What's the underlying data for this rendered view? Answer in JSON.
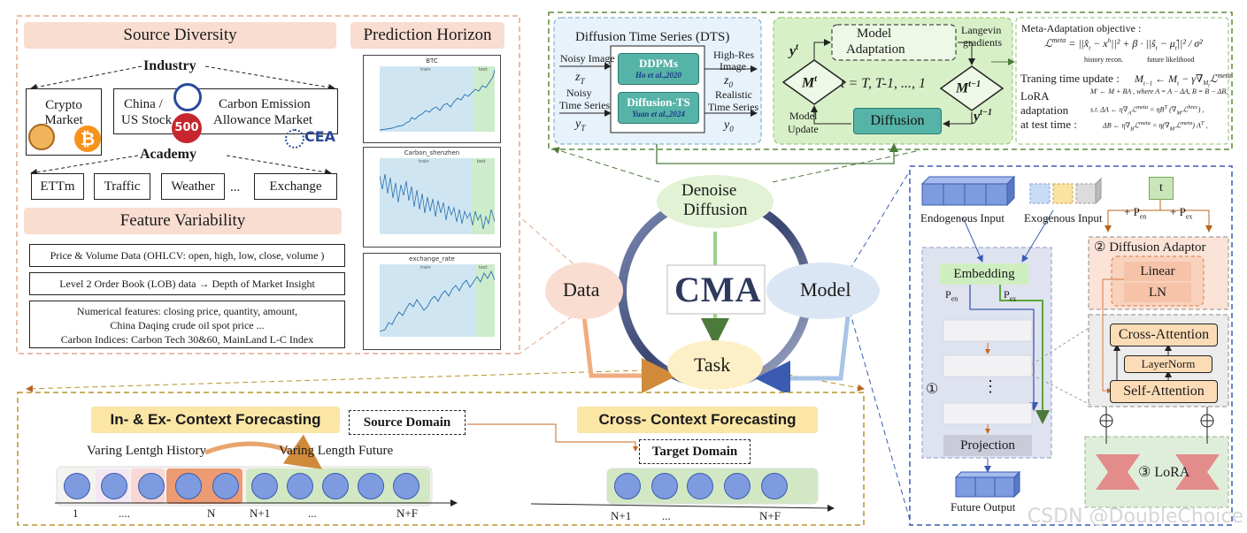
{
  "data_panel": {
    "source_diversity": "Source Diversity",
    "industry": "Industry",
    "crypto_market": [
      "Crypto",
      "Market"
    ],
    "china_us_stock": [
      "China /",
      "US Stock"
    ],
    "carbon_market": [
      "Carbon Emission",
      "Allowance Market"
    ],
    "badge_500": "500",
    "cea_logo": "CEA",
    "academy": "Academy",
    "datasets": [
      "ETTm",
      "Traffic",
      "Weather",
      "...",
      "Exchange"
    ],
    "feature_variability": "Feature Variability",
    "features": [
      "Price & Volume Data  (OHLCV: open, high, low, close, volume )",
      "Level 2 Order Book (LOB) data → Depth of Market Insight"
    ],
    "numerical": [
      "Numerical features: closing price, quantity, amount,",
      "China Daqing crude oil spot price ...",
      "Carbon Indices: Carbon Tech 30&60, MainLand L-C Index"
    ],
    "prediction_horizon": "Prediction Horizon",
    "charts": [
      {
        "title": "BTC",
        "train": "train",
        "test": "test"
      },
      {
        "title": "Carbon_shenzhen",
        "train": "train",
        "test": "test"
      },
      {
        "title": "exchange_rate",
        "train": "train",
        "test": "test"
      }
    ]
  },
  "dts_panel": {
    "title": "Diffusion Time Series (DTS)",
    "noisy_image": "Noisy Image",
    "z_t": "z",
    "noisy_ts": [
      "Noisy",
      "Time Series"
    ],
    "y_t": "y",
    "ddpms": "DDPMs",
    "ddpms_cite": "Ho et al.,2020",
    "diffts": "Diffusion-TS",
    "diffts_cite": "Yuan et al.,2024",
    "high_res": [
      "High-Res",
      "Image"
    ],
    "z0": "z",
    "realistic": [
      "Realistic",
      "Time Series"
    ],
    "y0": "y"
  },
  "meta_panel": {
    "model_adaptation": [
      "Model",
      "Adaptation"
    ],
    "langevin": [
      "Langevin",
      "gradients"
    ],
    "yt": "y",
    "mt_left": "M",
    "loop_eq": "t = T, T-1, ..., 1",
    "mt1_right": "M",
    "yt1": "y",
    "model_update": [
      "Model",
      "Update"
    ],
    "diffusion": "Diffusion",
    "objective_title": "Meta-Adaptation objective :",
    "history_recon": "history recon.",
    "future_likelihood": "future likelihood",
    "training_update": "Traning time update :",
    "lora_adapt": [
      "LoRA",
      "adaptation",
      "at test time :"
    ]
  },
  "center": {
    "denoise": [
      "Denoise",
      "Diffusion"
    ],
    "cma": "CMA",
    "data": "Data",
    "model": "Model",
    "task": "Task"
  },
  "task_panel": {
    "in_ex": "In- & Ex- Context Forecasting",
    "source_domain": "Source Domain",
    "cross": "Cross- Context Forecasting",
    "target_domain": "Target Domain",
    "varing_history": "Varing Lentgh History",
    "varing_future": "Varing Length Future",
    "axis1": [
      "1",
      "....",
      "N",
      "N+1",
      "...",
      "N+F"
    ],
    "axis2": [
      "N+1",
      "...",
      "N+F"
    ]
  },
  "model_panel": {
    "endogenous": "Endogenous Input",
    "exogenous": "Exogenous Input",
    "t": "t",
    "p_en_label": "+ P",
    "p_en_sub": "en",
    "p_ex_label": "+ P",
    "p_ex_sub": "ex",
    "adaptor": "② Diffusion Adaptor",
    "linear": "Linear",
    "ln": "LN",
    "embedding": "Embedding",
    "pen": "P",
    "pen_sub": "en",
    "pex": "P",
    "pex_sub": "ex",
    "cross_attention": "Cross-Attention",
    "layernorm": "LayerNorm",
    "self_attention": "Self-Attention",
    "circle1": "①",
    "dots": "⋮",
    "projection": "Projection",
    "lora": "③ LoRA",
    "future_output": "Future Output"
  },
  "watermark": "CSDN @DoubleChoice",
  "colors": {
    "peach": "#f9ddd0",
    "dts_bg": "#e8f2fa",
    "meta_bg": "#d8f0c8",
    "teal": "#56b3a7",
    "blue_block": "#7e9be0",
    "task_bg": "#fdf3cc",
    "model_bg": "#dfe3ef"
  }
}
